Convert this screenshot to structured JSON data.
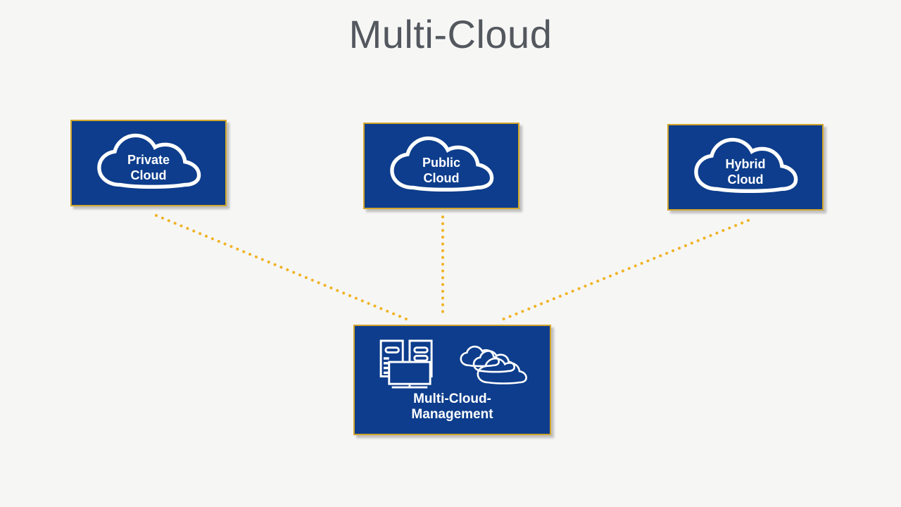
{
  "title": "Multi-Cloud",
  "colors": {
    "background": "#f6f6f5",
    "box_fill": "#0d3d8c",
    "box_border": "#d2a62b",
    "connector_dots": "#f0b323",
    "title_text": "#53575e",
    "label_text": "#ffffff"
  },
  "cloud_boxes": [
    {
      "id": "private",
      "line1": "Private",
      "line2": "Cloud",
      "icon": "cloud-outline-icon"
    },
    {
      "id": "public",
      "line1": "Public",
      "line2": "Cloud",
      "icon": "cloud-outline-icon"
    },
    {
      "id": "hybrid",
      "line1": "Hybrid",
      "line2": "Cloud",
      "icon": "cloud-outline-icon"
    }
  ],
  "management_box": {
    "line1": "Multi-Cloud-",
    "line2": "Management",
    "icons": [
      "servers-monitor-icon",
      "overlapping-clouds-icon"
    ]
  },
  "connectors": [
    {
      "from": "private-cloud",
      "to": "management",
      "style": "dotted"
    },
    {
      "from": "public-cloud",
      "to": "management",
      "style": "dotted"
    },
    {
      "from": "hybrid-cloud",
      "to": "management",
      "style": "dotted"
    }
  ]
}
